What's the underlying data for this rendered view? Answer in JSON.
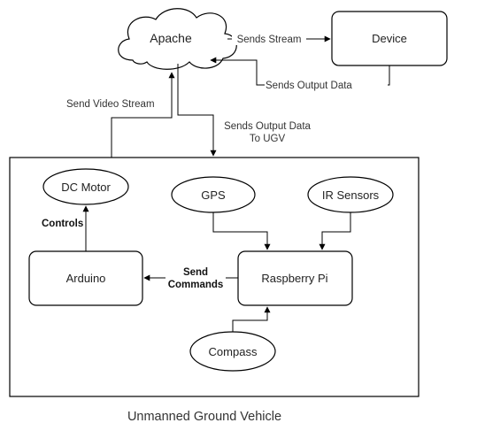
{
  "nodes": {
    "apache": "Apache",
    "device": "Device",
    "dc_motor": "DC Motor",
    "gps": "GPS",
    "ir_sensors": "IR Sensors",
    "arduino": "Arduino",
    "raspberry_pi": "Raspberry Pi",
    "compass": "Compass"
  },
  "edges": {
    "sends_stream": "Sends Stream",
    "sends_output_data": "Sends Output Data",
    "send_video_stream": "Send Video Stream",
    "sends_output_ugv_line1": "Sends Output Data",
    "sends_output_ugv_line2": "To UGV",
    "controls": "Controls",
    "send_commands_line1": "Send",
    "send_commands_line2": "Commands"
  },
  "container_label": "Unmanned Ground Vehicle"
}
